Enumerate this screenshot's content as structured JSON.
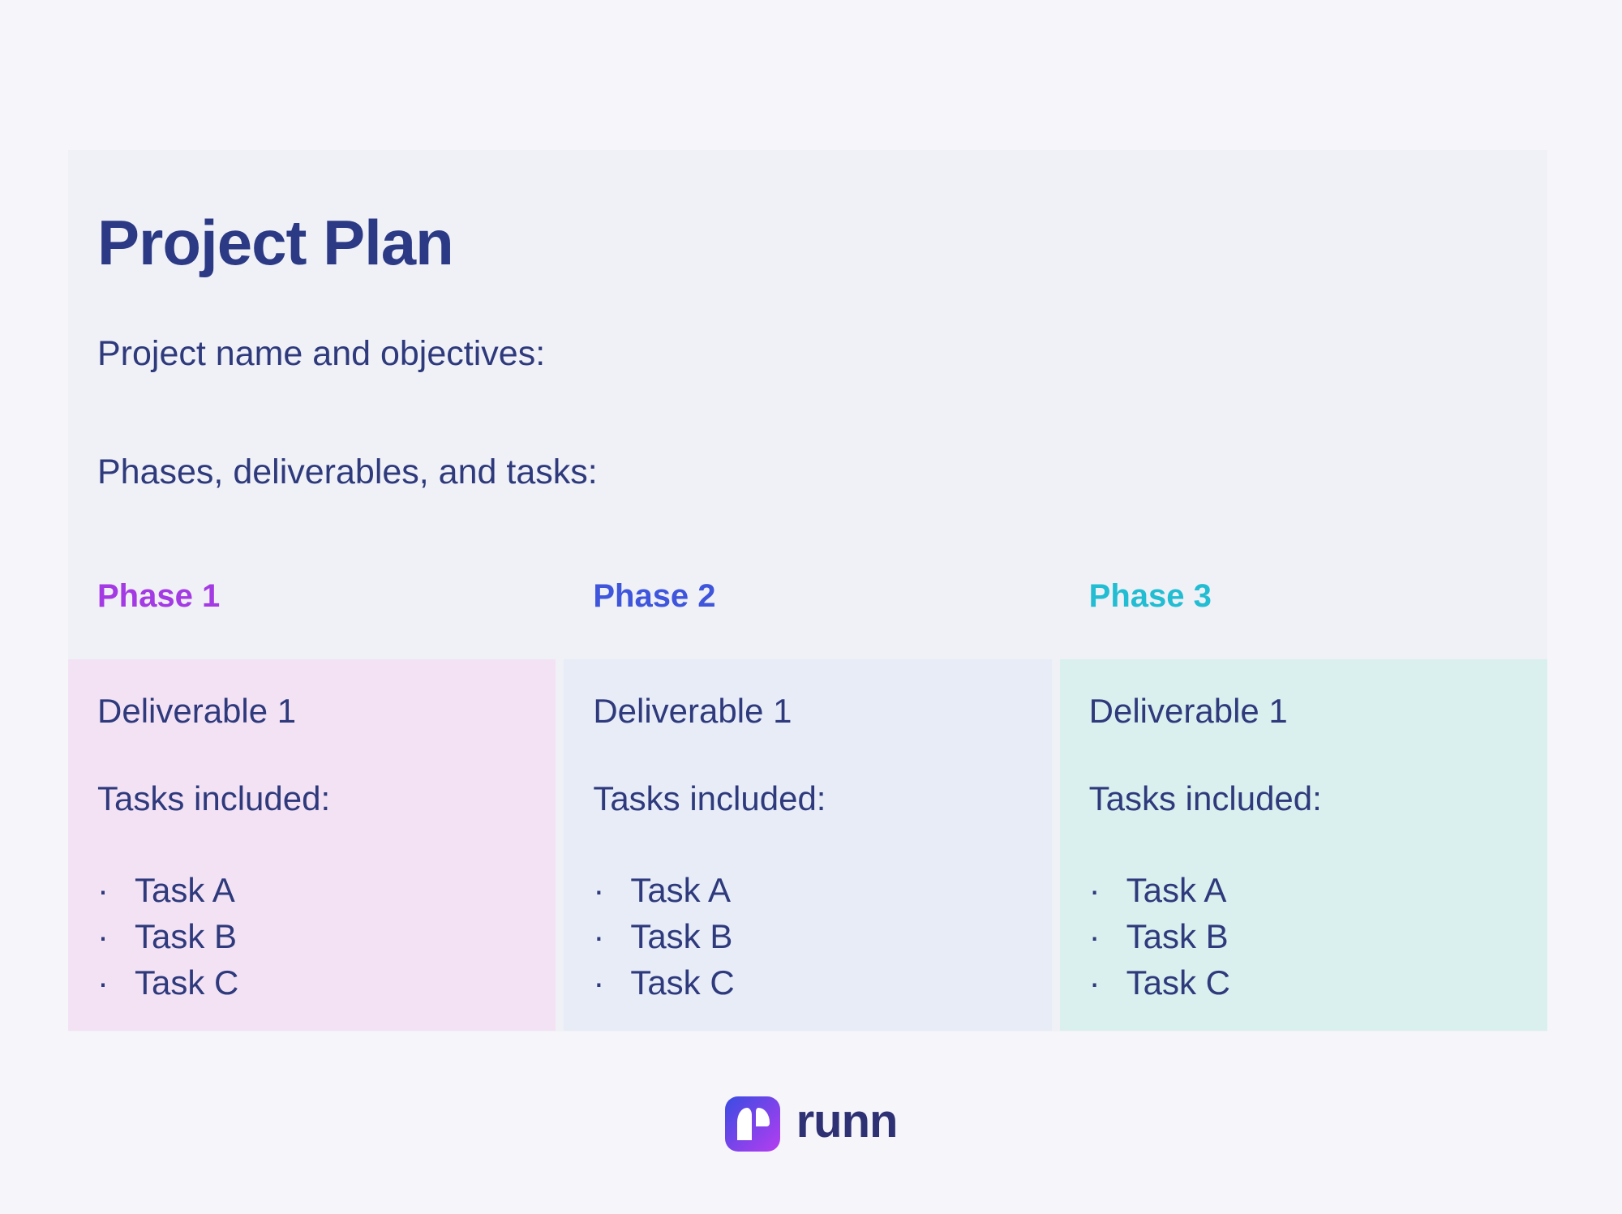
{
  "page": {
    "title": "Project Plan",
    "intro_line_1": "Project name and objectives:",
    "intro_line_2": "Phases, deliverables, and tasks:"
  },
  "phases": [
    {
      "label": "Phase 1",
      "label_color": "#a43ae3",
      "box_bg": "#f3e2f4",
      "deliverable": "Deliverable 1",
      "tasks_heading": "Tasks included:",
      "bullet": "·",
      "tasks": [
        "Task A",
        "Task B",
        "Task C"
      ]
    },
    {
      "label": "Phase 2",
      "label_color": "#3e55dc",
      "box_bg": "#e7ecf7",
      "deliverable": "Deliverable 1",
      "tasks_heading": "Tasks included:",
      "bullet": "·",
      "tasks": [
        "Task A",
        "Task B",
        "Task C"
      ]
    },
    {
      "label": "Phase 3",
      "label_color": "#22bdd2",
      "box_bg": "#d9f0ee",
      "deliverable": "Deliverable 1",
      "tasks_heading": "Tasks included:",
      "bullet": "·",
      "tasks": [
        "Task A",
        "Task B",
        "Task C"
      ]
    }
  ],
  "footer": {
    "wordmark": "runn",
    "wordmark_color": "#2e3173",
    "logo_gradient_css": "linear-gradient(135deg, #3a4ce2 0%, #7a44ea 52%, #b63df0 100%)"
  },
  "colors": {
    "page_background": "#f6f6fa",
    "card_background": "#f0f1f6",
    "title_text": "#2c3a85",
    "body_text": "#2e3a7c"
  }
}
